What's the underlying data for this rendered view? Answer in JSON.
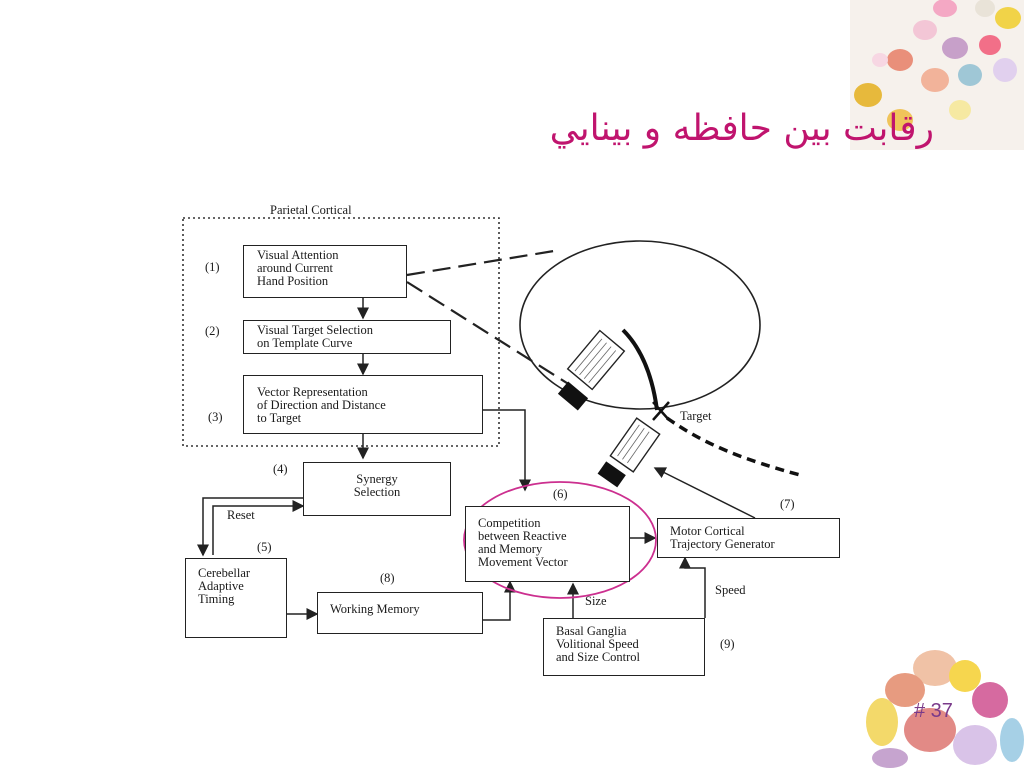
{
  "slide": {
    "title": "رقابت بين حافظه و بينايي",
    "number": "# 37"
  },
  "diagram": {
    "region_label": "Parietal Cortical",
    "boxes": [
      {
        "num": "(1)",
        "text": "Visual Attention\naround Current\nHand Position"
      },
      {
        "num": "(2)",
        "text": "Visual Target Selection\non Template Curve"
      },
      {
        "num": "(3)",
        "text": "Vector Representation\nof Direction and Distance\nto Target"
      },
      {
        "num": "(4)",
        "text": "Synergy\nSelection"
      },
      {
        "num": "(5)",
        "text": "Cerebellar\nAdaptive\nTiming"
      },
      {
        "num": "(6)",
        "text": "Competition\nbetween Reactive\nand Memory\nMovement Vector"
      },
      {
        "num": "(7)",
        "text": "Motor Cortical\nTrajectory Generator"
      },
      {
        "num": "(8)",
        "text": "Working Memory"
      },
      {
        "num": "(9)",
        "text": "Basal Ganglia\nVolitional Speed\nand Size Control"
      }
    ],
    "edge_labels": {
      "reset": "Reset",
      "size": "Size",
      "speed": "Speed",
      "target": "Target"
    },
    "highlight_color": "#cc2f8f"
  },
  "colors": {
    "title": "#c0146e",
    "number": "#7a3a8a"
  }
}
